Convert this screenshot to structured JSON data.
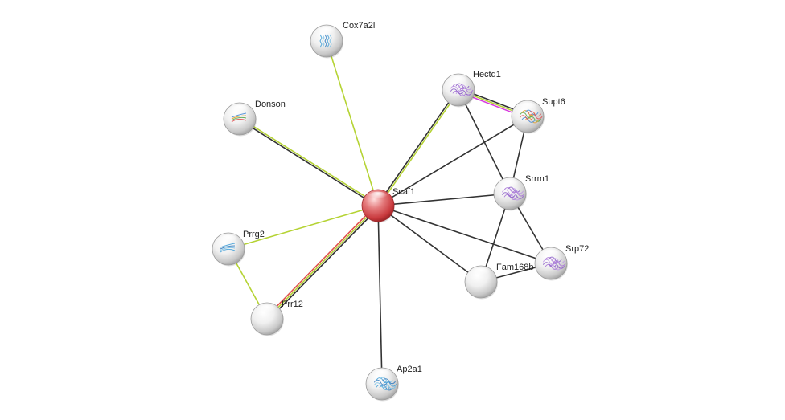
{
  "network": {
    "query_node": "Scaf1",
    "colors": {
      "query_node": "#d9343a",
      "node": "#d8d8d8",
      "edge_coexpression": "#333333",
      "edge_textmining": "#b5d334",
      "edge_experimental": "#d83de0",
      "edge_database": "#3e9be0",
      "edge_red": "#e0504c"
    },
    "nodes": [
      {
        "id": "Scaf1",
        "label": "Scaf1",
        "query": true,
        "structure": "none"
      },
      {
        "id": "Cox7a2l",
        "label": "Cox7a2l",
        "structure": "helix-blue"
      },
      {
        "id": "Donson",
        "label": "Donson",
        "structure": "strands-mixed"
      },
      {
        "id": "Hectd1",
        "label": "Hectd1",
        "structure": "globular-purple"
      },
      {
        "id": "Supt6",
        "label": "Supt6",
        "structure": "globular-mixed"
      },
      {
        "id": "Srrm1",
        "label": "Srrm1",
        "structure": "globular-purple"
      },
      {
        "id": "Srp72",
        "label": "Srp72",
        "structure": "globular-purple"
      },
      {
        "id": "Fam168b",
        "label": "Fam168b",
        "structure": "none"
      },
      {
        "id": "Prrg2",
        "label": "Prrg2",
        "structure": "coil-blue"
      },
      {
        "id": "Prr12",
        "label": "Prr12",
        "structure": "none"
      },
      {
        "id": "Ap2a1",
        "label": "Ap2a1",
        "structure": "globular-blue"
      }
    ],
    "edges": [
      {
        "source": "Scaf1",
        "target": "Cox7a2l",
        "types": [
          "textmining"
        ]
      },
      {
        "source": "Scaf1",
        "target": "Donson",
        "types": [
          "coexpression",
          "textmining"
        ]
      },
      {
        "source": "Scaf1",
        "target": "Hectd1",
        "types": [
          "coexpression",
          "textmining"
        ]
      },
      {
        "source": "Scaf1",
        "target": "Supt6",
        "types": [
          "coexpression"
        ]
      },
      {
        "source": "Scaf1",
        "target": "Srrm1",
        "types": [
          "coexpression"
        ]
      },
      {
        "source": "Scaf1",
        "target": "Srp72",
        "types": [
          "coexpression"
        ]
      },
      {
        "source": "Scaf1",
        "target": "Fam168b",
        "types": [
          "coexpression"
        ]
      },
      {
        "source": "Scaf1",
        "target": "Prrg2",
        "types": [
          "textmining"
        ]
      },
      {
        "source": "Scaf1",
        "target": "Prr12",
        "types": [
          "coexpression",
          "textmining",
          "red"
        ]
      },
      {
        "source": "Scaf1",
        "target": "Ap2a1",
        "types": [
          "coexpression"
        ]
      },
      {
        "source": "Hectd1",
        "target": "Supt6",
        "types": [
          "coexpression",
          "textmining",
          "experimental"
        ]
      },
      {
        "source": "Hectd1",
        "target": "Srrm1",
        "types": [
          "coexpression"
        ]
      },
      {
        "source": "Supt6",
        "target": "Srrm1",
        "types": [
          "coexpression"
        ]
      },
      {
        "source": "Srrm1",
        "target": "Srp72",
        "types": [
          "coexpression"
        ]
      },
      {
        "source": "Srrm1",
        "target": "Fam168b",
        "types": [
          "coexpression"
        ]
      },
      {
        "source": "Fam168b",
        "target": "Srp72",
        "types": [
          "coexpression"
        ]
      },
      {
        "source": "Prrg2",
        "target": "Prr12",
        "types": [
          "textmining"
        ]
      }
    ]
  }
}
